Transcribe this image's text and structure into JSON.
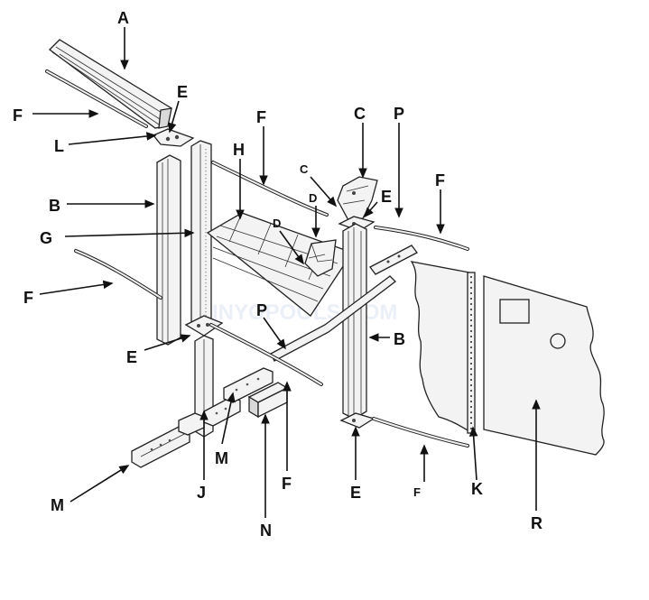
{
  "watermark": "INYOPOOLS.COM",
  "callouts": [
    {
      "id": "A",
      "text": "A"
    },
    {
      "id": "E1",
      "text": "E"
    },
    {
      "id": "F1",
      "text": "F"
    },
    {
      "id": "L",
      "text": "L"
    },
    {
      "id": "F2",
      "text": "F"
    },
    {
      "id": "C1",
      "text": "C"
    },
    {
      "id": "P1",
      "text": "P"
    },
    {
      "id": "C2",
      "text": "C"
    },
    {
      "id": "H",
      "text": "H"
    },
    {
      "id": "B1",
      "text": "B"
    },
    {
      "id": "D1",
      "text": "D"
    },
    {
      "id": "E2",
      "text": "E"
    },
    {
      "id": "F3",
      "text": "F"
    },
    {
      "id": "G",
      "text": "G"
    },
    {
      "id": "D2",
      "text": "D"
    },
    {
      "id": "F4",
      "text": "F"
    },
    {
      "id": "P2",
      "text": "P"
    },
    {
      "id": "B2",
      "text": "B"
    },
    {
      "id": "E3",
      "text": "E"
    },
    {
      "id": "M1",
      "text": "M"
    },
    {
      "id": "J",
      "text": "J"
    },
    {
      "id": "F5",
      "text": "F"
    },
    {
      "id": "E4",
      "text": "E"
    },
    {
      "id": "F6",
      "text": "F"
    },
    {
      "id": "K",
      "text": "K"
    },
    {
      "id": "M2",
      "text": "M"
    },
    {
      "id": "N",
      "text": "N"
    },
    {
      "id": "R",
      "text": "R"
    }
  ]
}
